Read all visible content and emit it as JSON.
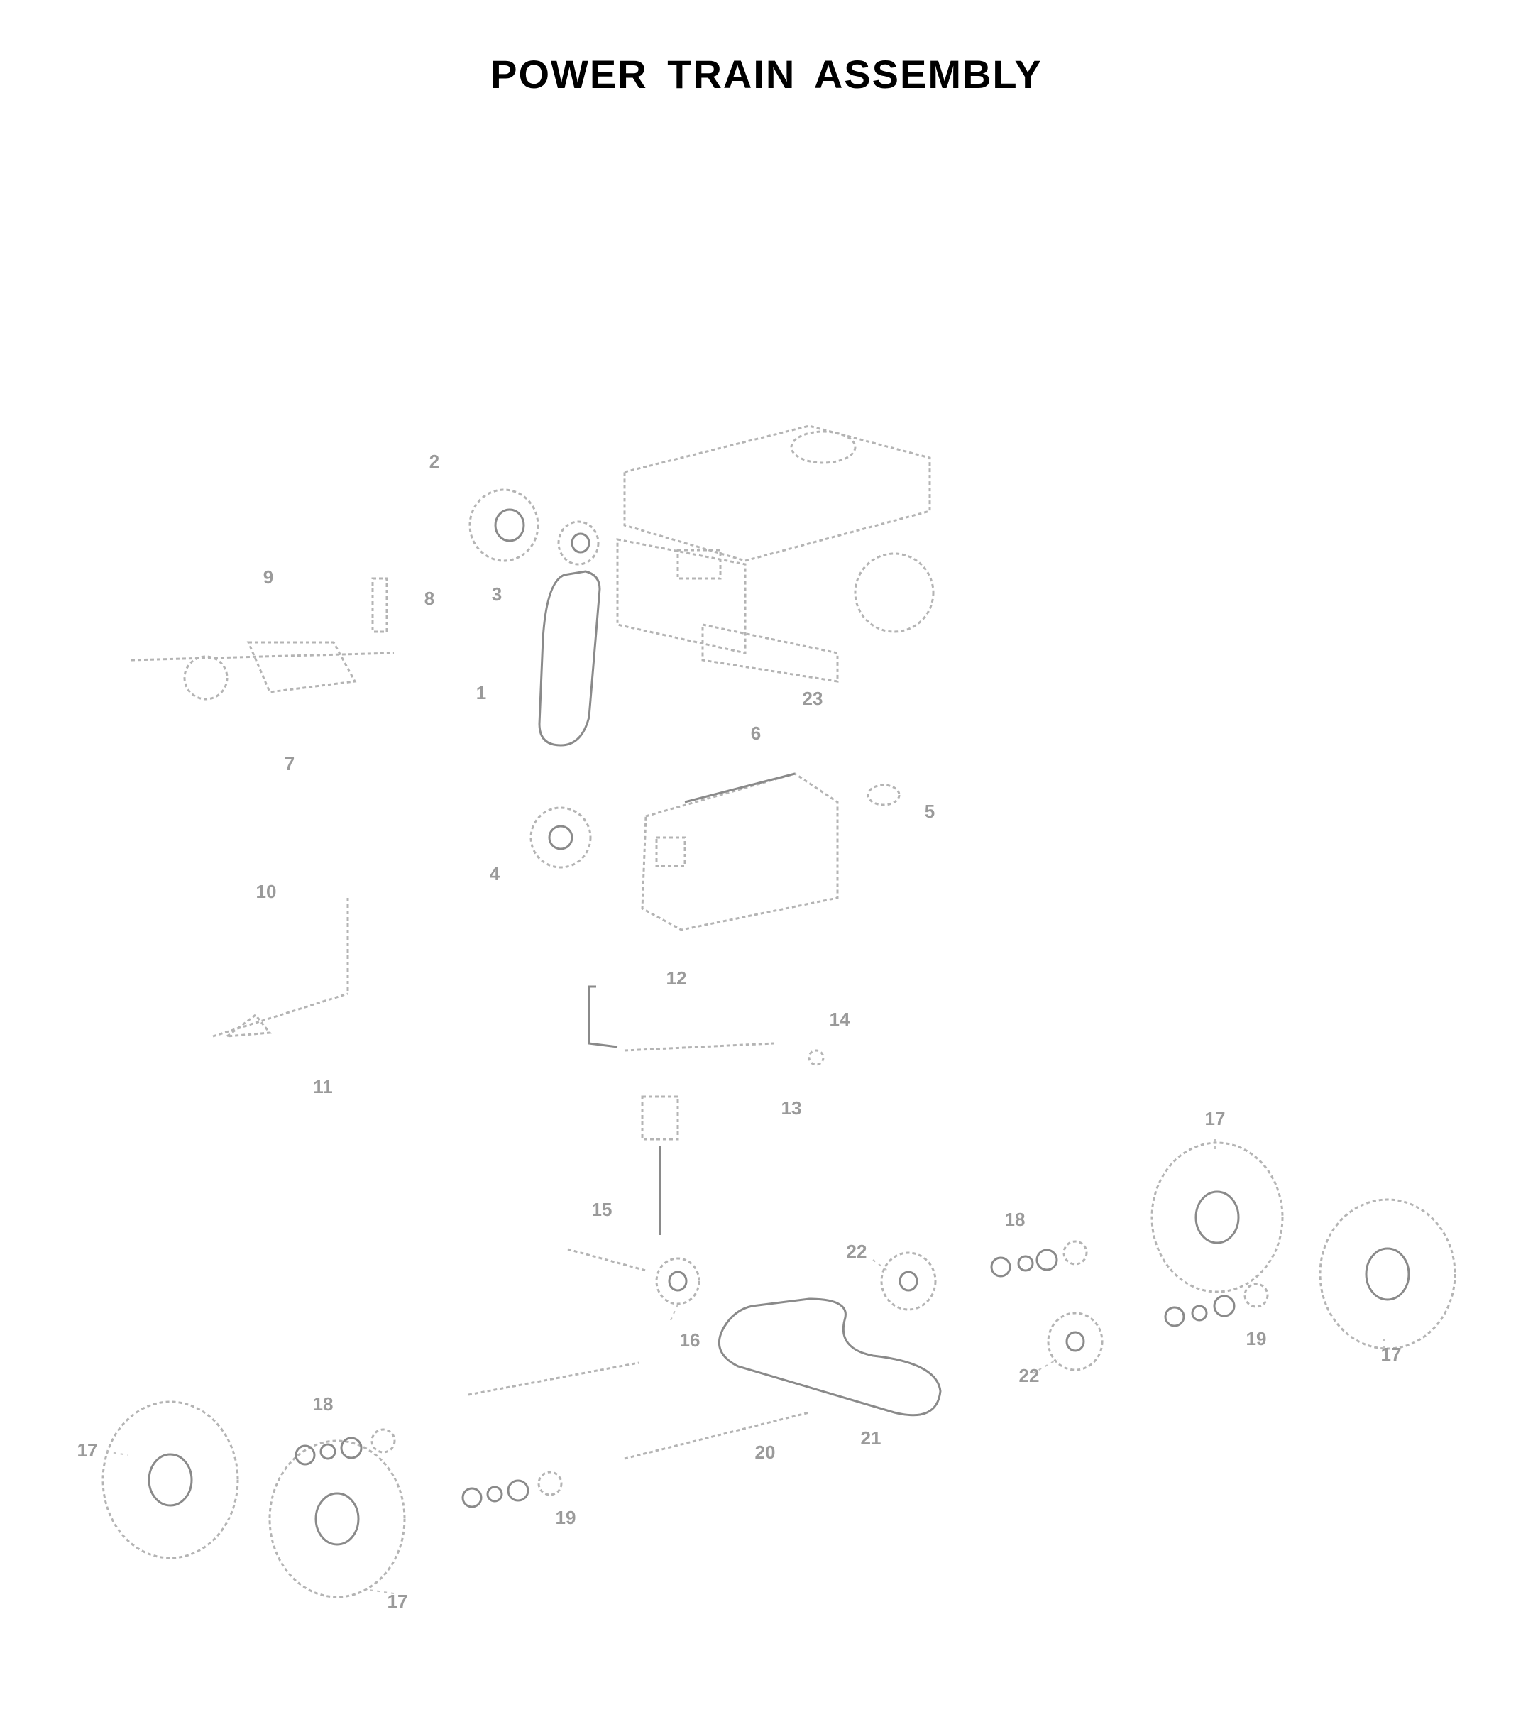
{
  "page": {
    "title": "POWER TRAIN ASSEMBLY"
  },
  "callouts": [
    "1",
    "2",
    "3",
    "4",
    "5",
    "6",
    "7",
    "8",
    "9",
    "10",
    "11",
    "12",
    "13",
    "14",
    "15",
    "16",
    "17",
    "18",
    "19",
    "20",
    "21",
    "22",
    "23"
  ]
}
